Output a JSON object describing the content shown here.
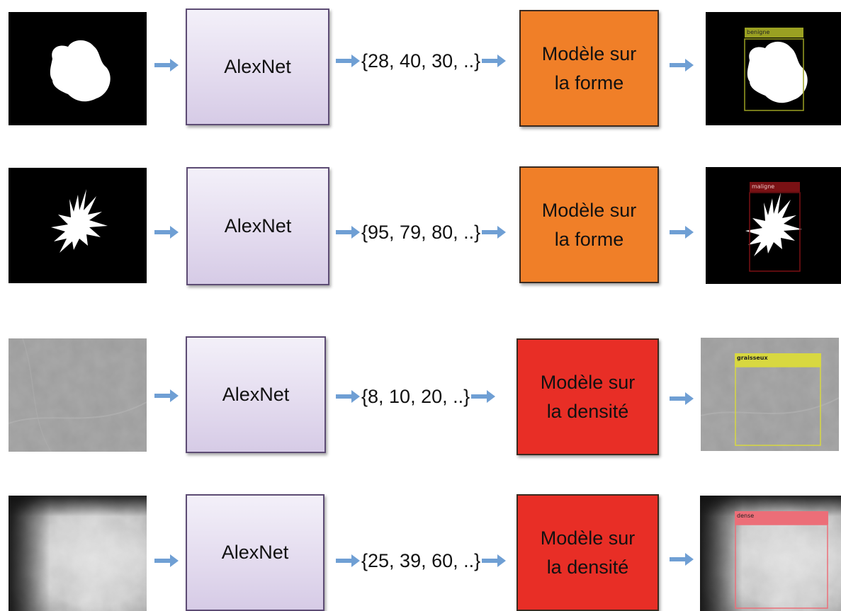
{
  "colors": {
    "arrow": "#6f9fd4",
    "alexnet_fill": "#e4dcef",
    "alexnet_border": "#5d4c74",
    "shape_model": "#f07f28",
    "density_model": "#e82e26",
    "benign_box": "#9aa022",
    "malign_box": "#7a1114",
    "fatty_box": "#d8d840",
    "dense_box": "#ec6e78"
  },
  "rows": [
    {
      "network": "AlexNet",
      "features": "{28, 40, 30, ..}",
      "model": "Modèle sur\nla forme",
      "model_kind": "shape",
      "output_label": "benigne",
      "input_icon": "white-blob-mask-icon"
    },
    {
      "network": "AlexNet",
      "features": "{95, 79, 80, ..}",
      "model": "Modèle sur\nla forme",
      "model_kind": "shape",
      "output_label": "maligne",
      "input_icon": "spiculated-mass-mask-icon"
    },
    {
      "network": "AlexNet",
      "features": "{8, 10, 20, ..}",
      "model": "Modèle sur\nla densité",
      "model_kind": "density",
      "output_label": "graisseux",
      "input_icon": "grey-tissue-patch-icon"
    },
    {
      "network": "AlexNet",
      "features": "{25, 39, 60, ..}",
      "model": "Modèle sur\nla densité",
      "model_kind": "density",
      "output_label": "dense",
      "input_icon": "dense-tissue-patch-icon"
    }
  ]
}
